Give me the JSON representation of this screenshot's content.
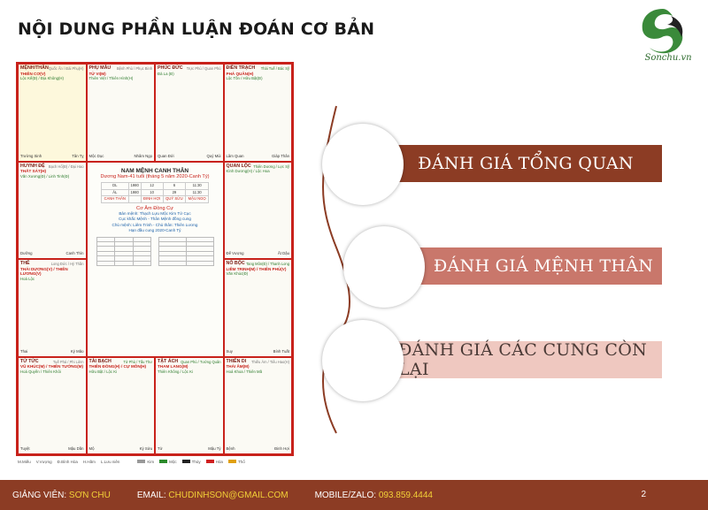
{
  "title": "NỘI DUNG PHẦN LUẬN ĐOÁN CƠ BẢN",
  "logo": {
    "text": "Sonchu.vn",
    "colors": {
      "green": "#3a8a3a",
      "dark": "#222222"
    }
  },
  "menu": {
    "items": [
      {
        "label": "ĐÁNH GIÁ TỔNG QUAN"
      },
      {
        "label": "ĐÁNH GIÁ MỆNH THÂN"
      },
      {
        "label": "ĐÁNH GIÁ CÁC CUNG CÒN LẠI"
      }
    ]
  },
  "chart": {
    "cells": [
      {
        "name": "MỆNH/THÂN",
        "main": "THIÊN CƠ(V)",
        "sub": "Lộc Kế(Đ) / Địa Không(H)",
        "right": "Quốc Ấn / Đài Phụ(H)",
        "foot_l": "Trường Sinh",
        "foot_r": "Tân Tỵ"
      },
      {
        "name": "PHỤ MẪU",
        "main": "TỬ VI(M)",
        "sub": "Thiên Việt / Thiên Hình(H)",
        "right": "Bệnh Phù / Phục Binh",
        "foot_l": "Mộc Dục",
        "foot_r": "Nhâm Ngọ"
      },
      {
        "name": "PHÚC ĐỨC",
        "main": "",
        "sub": "Đà La (Đ)",
        "right": "Trực Phù / Quan Phủ",
        "foot_l": "Quan Đới",
        "foot_r": "Quý Mùi"
      },
      {
        "name": "ĐIỀN TRẠCH",
        "main": "PHÁ QUÂN(H)",
        "sub": "Lộc Tồn / Hữu Bật(Đ)",
        "right": "Thái Tuế / Bác Sỹ",
        "foot_l": "Lâm Quan",
        "foot_r": "Giáp Thân"
      },
      {
        "name": "HUYNH ĐỆ",
        "main": "THẤT SÁT(H)",
        "sub": "Văn Xương(Đ) / Linh Tinh(Đ)",
        "right": "Bạch Hổ(Đ) / Đại Hao",
        "foot_l": "Dưỡng",
        "foot_r": "Canh Thìn"
      },
      {
        "name": "QUAN LỘC",
        "main": "",
        "sub": "Kình Dương(H) / Lộc Hoa",
        "right": "Thiên Dương / Lực Sỹ",
        "foot_l": "Đế Vượng",
        "foot_r": "Ất Dậu"
      },
      {
        "name": "THÊ",
        "main": "THÁI DƯƠNG(V) / THIÊN LƯƠNG(V)",
        "sub": "Hoá Lộc",
        "right": "Long Đức / Hỷ Thần",
        "foot_l": "Thai",
        "foot_r": "Kỷ Mão"
      },
      {
        "name": "NÔ BỘC",
        "main": "LIÊM TRINH(M) / THIÊN PHỦ(V)",
        "sub": "Văn Khúc(Đ)",
        "right": "Tang Môn(Đ) / Thanh Long",
        "foot_l": "Suy",
        "foot_r": "Bính Tuất"
      },
      {
        "name": "TỬ TỨC",
        "main": "VŨ KHÚC(M) / THIÊN TƯỚNG(M)",
        "sub": "Hoá Quyền / Thiên Khôi",
        "right": "Tuế Phá / Phi Liêm",
        "foot_l": "Tuyệt",
        "foot_r": "Mậu Dần"
      },
      {
        "name": "TÀI BẠCH",
        "main": "THIÊN ĐỒNG(H) / CỰ MÔN(H)",
        "sub": "Hữu Bật / Lộc Ki",
        "right": "Tử Phù / Tấu Thư",
        "foot_l": "Mộ",
        "foot_r": "Kỷ Sửu"
      },
      {
        "name": "TẬT ÁCH",
        "main": "THAM LANG(M)",
        "sub": "Thiên Không / Lộc Ki",
        "right": "Quan Phù / Tướng Quân",
        "foot_l": "Tử",
        "foot_r": "Mậu Tý"
      },
      {
        "name": "THIÊN DI",
        "main": "THÁI ÂM(M)",
        "sub": "Hoá Khoa / Thiên Mã",
        "right": "Thiếu Âm / Tiểu Hao(H)",
        "foot_l": "Bệnh",
        "foot_r": "Đinh Hợi"
      }
    ],
    "center": {
      "heading": "NAM MỆNH CANH THÂN",
      "sub": "Dương Nam-41 tuổi (tháng 5 năm 2020-Canh Tý)",
      "rows": [
        [
          "DL",
          "1980",
          "12",
          "6",
          "11:30"
        ],
        [
          "ÂL",
          "1980",
          "10",
          "29",
          "11:30"
        ],
        [
          "CANH THÂN",
          "",
          "ĐINH HỢI",
          "QUÝ SỬU",
          "MẬU NGỌ"
        ]
      ],
      "line1": "Cơ Âm Đồng Cự",
      "line2": "Bản mệnh: Thạch Lựu Mộc Kim Tứ Cục",
      "line3": "Cục khắc Mệnh - Thân Mệnh đồng cung",
      "line4": "Chủ mệnh: Liêm Trinh - Chủ thân: Thiên Lương",
      "line5": "Hạn đầu cung 2020-Canh Tý"
    },
    "legend": [
      "M.Miếu",
      "V.Vượng",
      "Đ.Bình Hòa",
      "H.Hãm",
      "L.Lưu niên",
      "Kim",
      "Mộc",
      "Thủy",
      "Hỏa",
      "Thổ"
    ],
    "legend_colors": [
      "#999999",
      "#2b8a2b",
      "#222222",
      "#d02020",
      "#e0a010"
    ],
    "colors": {
      "border": "#c8221b",
      "name": "#7a1a12"
    }
  },
  "footer": {
    "lecturer_label": "GIẢNG VIÊN:",
    "lecturer": "SƠN CHU",
    "email_label": "EMAIL:",
    "email": "CHUDINHSON@GMAIL.COM",
    "phone_label": "MOBILE/ZALO:",
    "phone": "093.859.4444",
    "page": "2"
  },
  "colors": {
    "accent": "#8c3c24",
    "accent_mid": "#c9776b",
    "accent_light": "#efc8c0",
    "highlight": "#f2d037"
  }
}
